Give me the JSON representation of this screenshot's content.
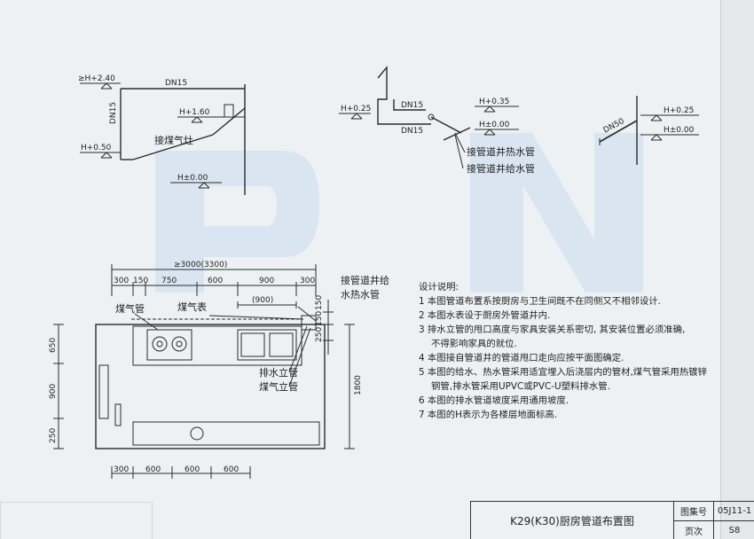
{
  "top_left": {
    "elev_top": "≥H+2.40",
    "pipe_top": "DN15",
    "pipe_side": "DN15",
    "elev_mid": "H+1.60",
    "elev_low": "H+0.50",
    "stove_label": "接煤气灶",
    "elev_floor": "H±0.00"
  },
  "top_mid": {
    "elev_left": "H+0.25",
    "pipe_a": "DN15",
    "pipe_b": "DN15",
    "elev_a": "H+0.35",
    "elev_b": "H±0.00",
    "hot_water": "接管道井热水管",
    "cold_water": "接管道井给水管"
  },
  "top_right": {
    "pipe": "DN50",
    "elev_a": "H+0.25",
    "elev_b": "H±0.00"
  },
  "plan": {
    "total_dim": "≥3000(3300)",
    "top_dims": [
      "300",
      "150",
      "750",
      "600",
      "900",
      "300"
    ],
    "sub_dim": "(900)",
    "gas_pipe": "煤气管",
    "gas_meter": "煤气表",
    "shaft_label_1": "接管道井给",
    "shaft_label_2": "水热水管",
    "right_dims": [
      "150",
      "150",
      "250"
    ],
    "left_dims": [
      "650",
      "900",
      "250"
    ],
    "right_total": "1800",
    "drain_riser": "排水立管",
    "gas_riser": "煤气立管",
    "bottom_dims": [
      "300",
      "600",
      "600",
      "600"
    ]
  },
  "notes": {
    "heading": "设计说明:",
    "items": [
      "1 本图管道布置系按厨房与卫生间既不在同侧又不相邻设计.",
      "2 本图水表设于厨房外管道井内.",
      "3 排水立管的甩口高度与家具安装关系密切, 其安装位置必须准确,",
      "不得影响家具的就位.",
      "4 本图接自管道井的管道甩口走向应按平面图确定.",
      "5 本图的给水、热水管采用适宜埋入后浇层内的管材,煤气管采用热镀锌",
      "钢管,排水管采用UPVC或PVC-U塑料排水管.",
      "6 本图的排水管道坡度采用通用坡度.",
      "7 本图的H表示为各楼层地面标高."
    ]
  },
  "title_block": {
    "title": "K29(K30)厨房管道布置图",
    "atlas_label": "图集号",
    "atlas_no": "05J11-1",
    "page_label": "页次",
    "page_no": "S8"
  },
  "colors": {
    "ink": "#2a2a2a",
    "watermark": "#c9dcf0"
  }
}
